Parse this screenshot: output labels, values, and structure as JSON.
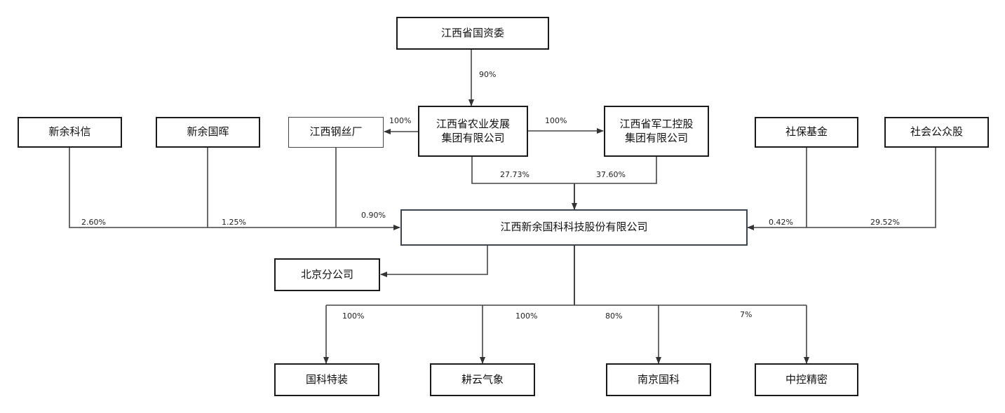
{
  "nodes": {
    "jx_sasac": "江西省国资委",
    "xinyu_kexin": "新余科信",
    "xinyu_guohui": "新余国晖",
    "jx_gangsi": "江西钢丝厂",
    "jx_agri": "江西省农业发展\n集团有限公司",
    "jx_military": "江西省军工控股\n集团有限公司",
    "social_security": "社保基金",
    "public_shares": "社会公众股",
    "main_company": "江西新余国科科技股份有限公司",
    "beijing_branch": "北京分公司",
    "guoke_tezhuang": "国科特装",
    "gengyun_qixiang": "耕云气象",
    "nanjing_guoke": "南京国科",
    "zhongkong_jingmi": "中控精密"
  },
  "edges": {
    "sasac_agri": "90%",
    "agri_gangsi": "100%",
    "agri_military": "100%",
    "agri_main": "27.73%",
    "military_main": "37.60%",
    "kexin_main": "2.60%",
    "guohui_main": "1.25%",
    "gangsi_main": "0.90%",
    "social_main": "0.42%",
    "public_main": "29.52%",
    "main_tezhuang": "100%",
    "main_gengyun": "100%",
    "main_nanjing": "80%",
    "main_zhongkong": "7%"
  }
}
